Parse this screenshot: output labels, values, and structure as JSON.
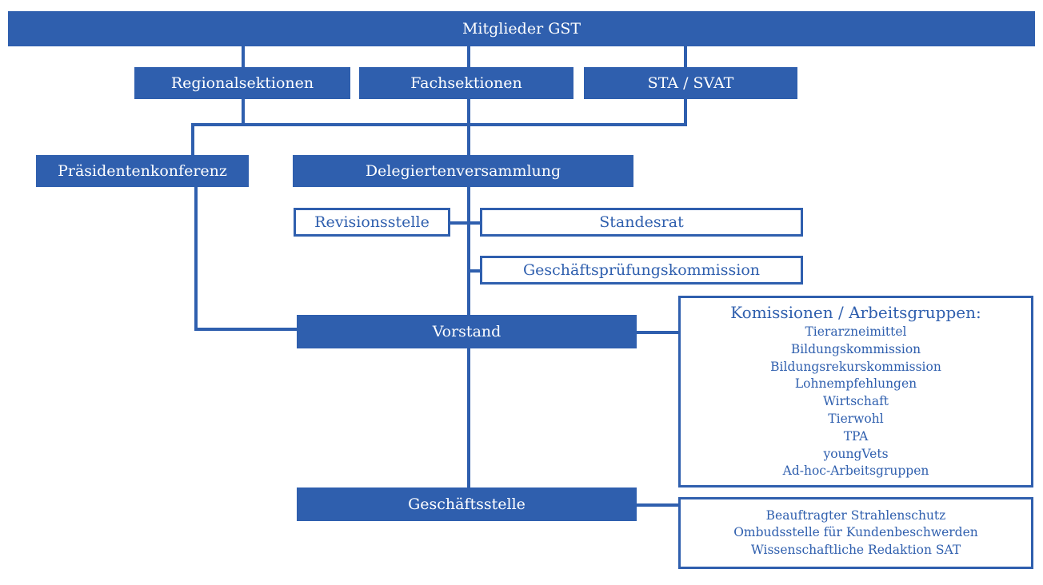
{
  "top": "Mitglieder GST",
  "sections": {
    "regional": "Regionalsektionen",
    "fach": "Fachsektionen",
    "sta": "STA / SVAT"
  },
  "praesidentenkonferenz": "Präsidentenkonferenz",
  "delegiertenversammlung": "Delegiertenversammlung",
  "revisionsstelle": "Revisionsstelle",
  "standesrat": "Standesrat",
  "gpk": "Geschäftsprüfungskommission",
  "vorstand": "Vorstand",
  "geschaeftsstelle": "Geschäftsstelle",
  "kommissionen": {
    "title": "Komissionen / Arbeitsgruppen:",
    "items": [
      "Tierarzneimittel",
      "Bildungskommission",
      "Bildungsrekurskommission",
      "Lohnempfehlungen",
      "Wirtschaft",
      "Tierwohl",
      "TPA",
      "youngVets",
      "Ad-hoc-Arbeitsgruppen"
    ]
  },
  "geschaeftsstelle_units": [
    "Beauftragter Strahlenschutz",
    "Ombudsstelle für Kundenbeschwerden",
    "Wissenschaftliche Redaktion SAT"
  ],
  "colors": {
    "primary": "#2f5fae",
    "background": "#ffffff"
  }
}
